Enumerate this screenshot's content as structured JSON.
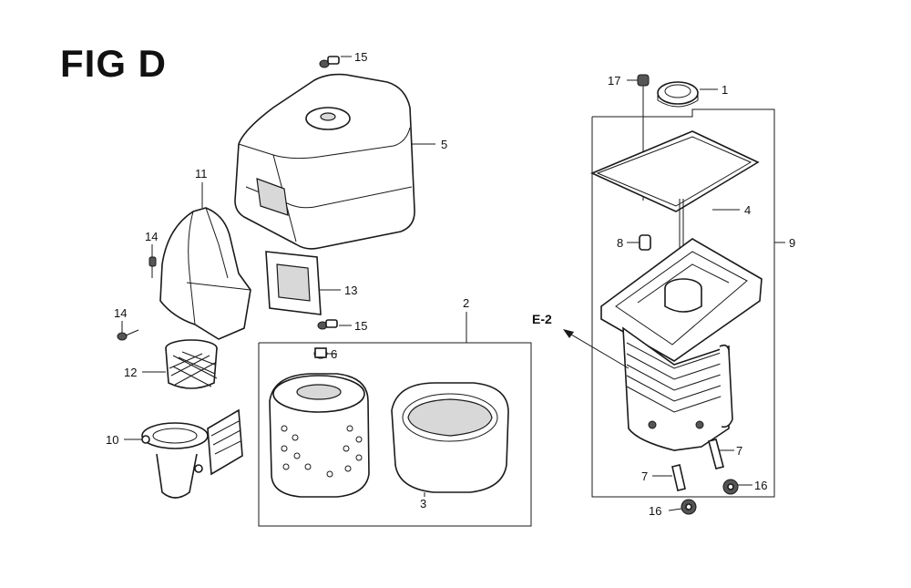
{
  "figure": {
    "title": "FIG D",
    "reference_label": "E-2"
  },
  "callouts": [
    {
      "id": "c15a",
      "text": "15"
    },
    {
      "id": "c5",
      "text": "5"
    },
    {
      "id": "c11",
      "text": "11"
    },
    {
      "id": "c14a",
      "text": "14"
    },
    {
      "id": "c14b",
      "text": "14"
    },
    {
      "id": "c13",
      "text": "13"
    },
    {
      "id": "c15b",
      "text": "15"
    },
    {
      "id": "c6",
      "text": "6"
    },
    {
      "id": "c2",
      "text": "2"
    },
    {
      "id": "c12",
      "text": "12"
    },
    {
      "id": "c10",
      "text": "10"
    },
    {
      "id": "c3",
      "text": "3"
    },
    {
      "id": "c17",
      "text": "17"
    },
    {
      "id": "c1",
      "text": "1"
    },
    {
      "id": "c4",
      "text": "4"
    },
    {
      "id": "c9",
      "text": "9"
    },
    {
      "id": "c8",
      "text": "8"
    },
    {
      "id": "c7a",
      "text": "7"
    },
    {
      "id": "c7b",
      "text": "7"
    },
    {
      "id": "c16a",
      "text": "16"
    },
    {
      "id": "c16b",
      "text": "16"
    }
  ]
}
